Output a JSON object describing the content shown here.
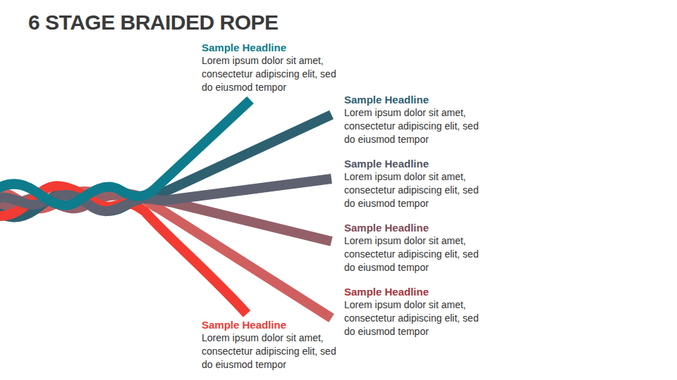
{
  "diagram": {
    "title": "6 STAGE BRAIDED ROPE",
    "nodes": [
      {
        "text": [
          "Sample Headline",
          "Lorem ipsum dolor sit amet, consectetur adipiscing elit, sed do eiusmod tempor"
        ]
      },
      {
        "text": [
          "Sample Headline",
          "Lorem ipsum dolor sit amet, consectetur adipiscing elit, sed do eiusmod tempor"
        ]
      },
      {
        "text": [
          "Sample Headline",
          "Lorem ipsum dolor sit amet, consectetur adipiscing elit, sed do eiusmod tempor"
        ]
      },
      {
        "text": [
          "Sample Headline",
          "Lorem ipsum dolor sit amet, consectetur adipiscing elit, sed do eiusmod tempor"
        ]
      },
      {
        "text": [
          "Sample Headline",
          "Lorem ipsum dolor sit amet, consectetur adipiscing elit, sed do eiusmod tempor"
        ]
      },
      {
        "text": [
          "Sample Headline",
          "Lorem ipsum dolor sit amet, consectetur adipiscing elit, sed do eiusmod tempor"
        ]
      }
    ]
  }
}
